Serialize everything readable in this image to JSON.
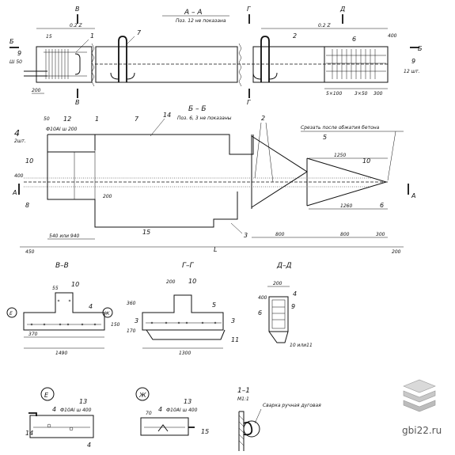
{
  "sections": {
    "aa": {
      "title": "А – А",
      "note": "Поз. 12 не показана"
    },
    "bb": {
      "title": "Б – Б",
      "note": "Поз. 6, 3 не показаны"
    },
    "vv": {
      "title": "В–В"
    },
    "gg": {
      "title": "Г–Г"
    },
    "dd": {
      "title": "Д–Д"
    },
    "one": {
      "title": "1–1",
      "scale": "М1:1"
    }
  },
  "cut_markers": {
    "b": "Б",
    "v": "В",
    "g": "Г",
    "d": "Д",
    "a": "А"
  },
  "callouts": {
    "c1": "1",
    "c2": "2",
    "c3": "3",
    "c4": "4",
    "c5": "5",
    "c6": "6",
    "c7": "7",
    "c8": "8",
    "c9": "9",
    "c10": "10",
    "c11": "11",
    "c12": "12",
    "c13": "13",
    "c14": "14",
    "c15": "15",
    "detE": "Е",
    "detZh": "Ж"
  },
  "notes": {
    "step50": "Ш 50",
    "qty12": "12 шт.",
    "qty2": "2шт.",
    "dia": "Ф10АI ш 200",
    "cut_text": "Срезать после обжатия бетона",
    "weld": "Сварка ручная дуговая",
    "rebar13": "Ф10АI ш 400",
    "l10": "10 или11"
  },
  "dims": {
    "d02": "0.2 Z",
    "d200": "200",
    "d400": "400",
    "d300": "300",
    "d800": "800",
    "d1250": "1250",
    "d1260": "1260",
    "d450": "450",
    "dL": "L",
    "d540": "540 или 940",
    "d370": "370",
    "d1490": "1490",
    "d1300": "1300",
    "d1260b": "1260",
    "d5x100": "5×100",
    "d3x50": "3×50",
    "d50": "50",
    "d55": "55",
    "d15": "15",
    "d360": "360",
    "d170": "170",
    "d150": "150",
    "d70": "70"
  },
  "watermark": {
    "text": "gbi22.ru"
  }
}
